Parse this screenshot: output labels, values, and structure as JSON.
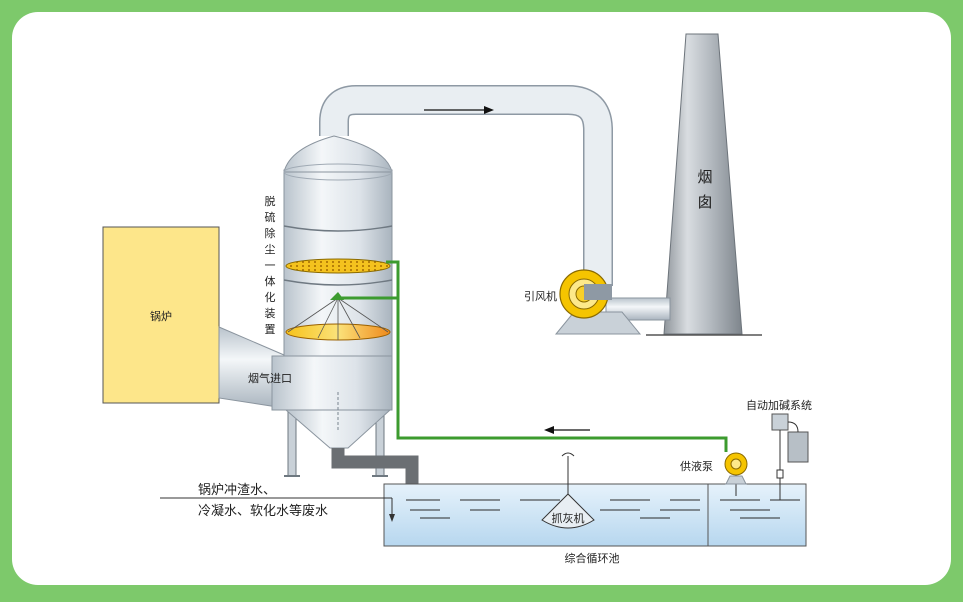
{
  "labels": {
    "boiler": "锅炉",
    "tower_vertical": "脱硫除尘一体化装置",
    "inlet": "烟气进口",
    "chimney_vertical": "烟囱",
    "fan": "引风机",
    "alkali_system": "自动加碱系统",
    "feed_pump": "供液泵",
    "ash_machine": "抓灰机",
    "pool": "综合循环池",
    "wastewater_line1": "锅炉冲渣水、",
    "wastewater_line2": "冷凝水、软化水等废水"
  },
  "colors": {
    "border": "#7dc96b",
    "boiler_fill": "#fde68a",
    "green_pipe": "#3c9b2f",
    "fan_yellow": "#f5c400",
    "water": "#cfe6f7",
    "steel": "#d5dce4"
  }
}
